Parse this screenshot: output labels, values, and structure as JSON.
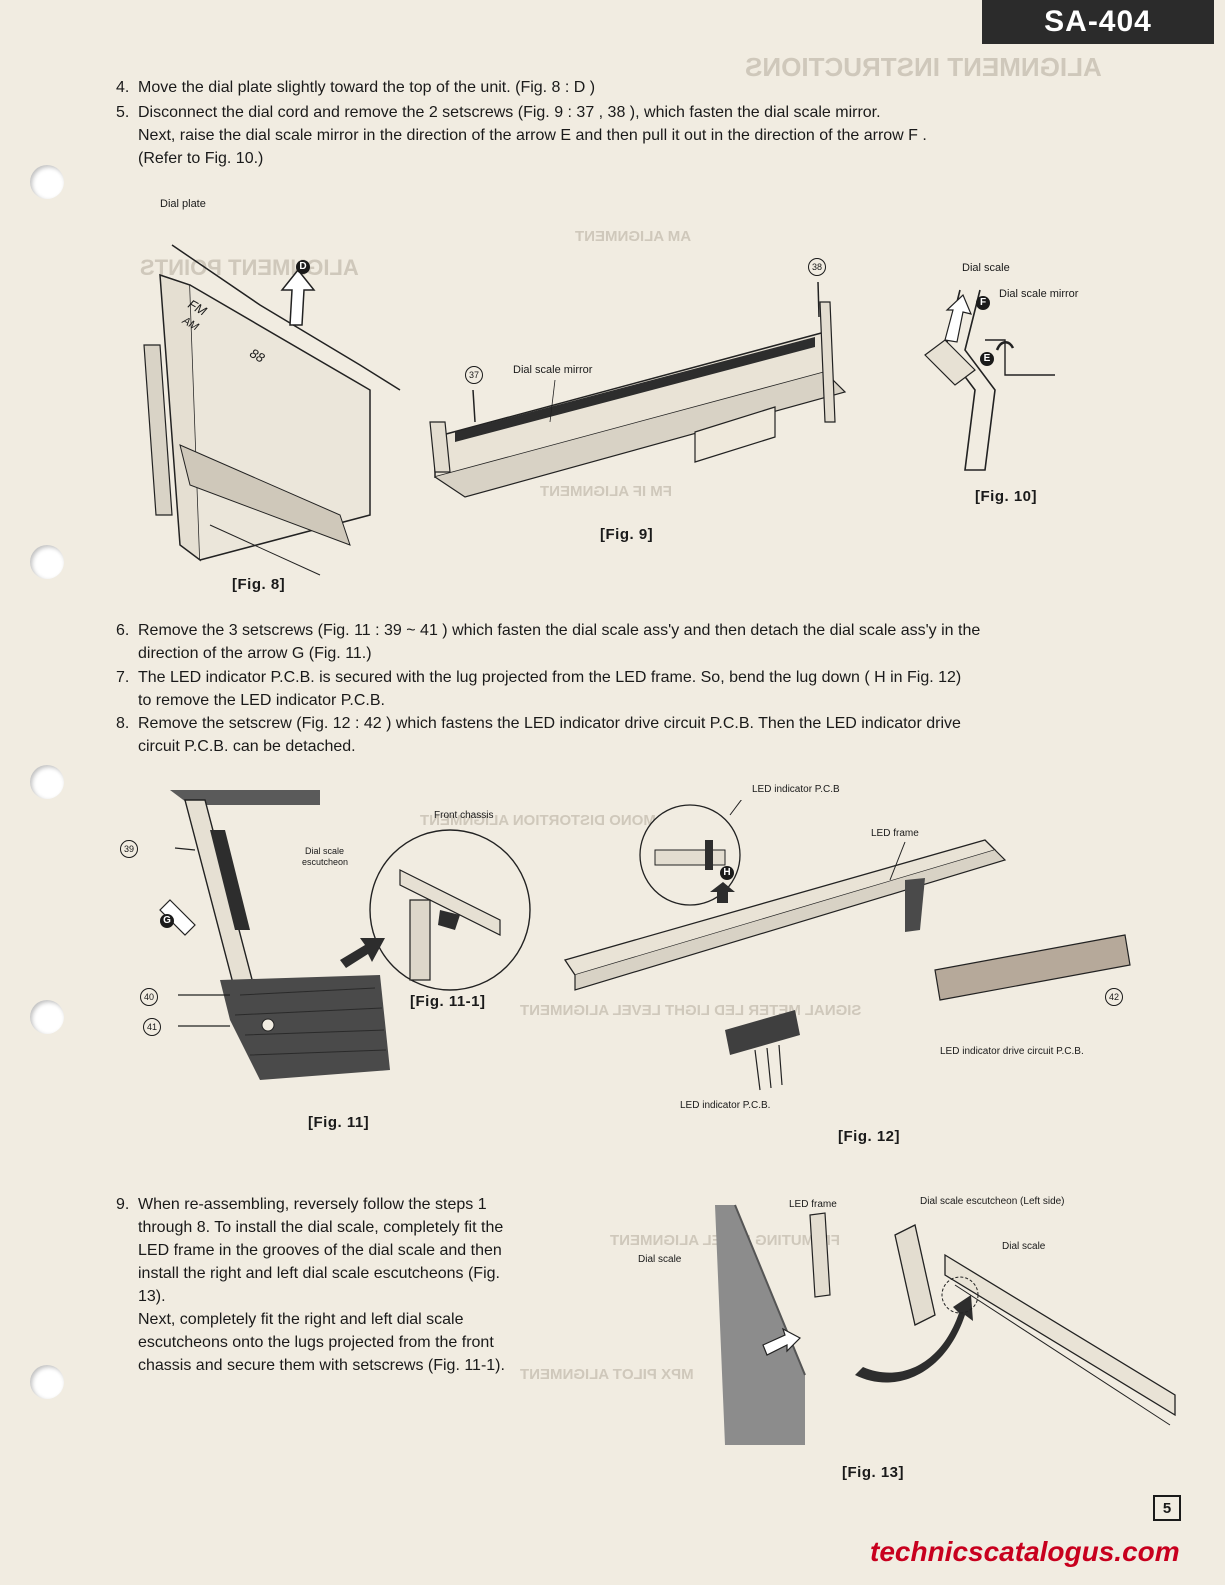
{
  "header": {
    "model": "SA-404",
    "page_number": "5"
  },
  "steps": [
    {
      "num": "4.",
      "lines": [
        "Move the dial plate slightly toward the top of the unit. (Fig. 8 : D )"
      ]
    },
    {
      "num": "5.",
      "lines": [
        "Disconnect the dial cord and remove the 2 setscrews (Fig. 9 : 37 , 38 ), which fasten the dial scale mirror.",
        "Next, raise the dial scale mirror in the direction of the arrow E and then pull it out in the direction of the arrow F .",
        "(Refer to Fig. 10.)"
      ]
    },
    {
      "num": "6.",
      "lines": [
        "Remove the 3 setscrews (Fig. 11 : 39 ~ 41 ) which fasten the dial scale ass'y and then detach the dial scale ass'y in the",
        "direction of the arrow G (Fig. 11.)"
      ]
    },
    {
      "num": "7.",
      "lines": [
        "The LED indicator P.C.B. is secured with the lug projected from the LED frame.  So, bend the lug down ( H in Fig. 12)",
        "to remove the LED indicator P.C.B."
      ]
    },
    {
      "num": "8.",
      "lines": [
        "Remove the setscrew (Fig. 12 : 42 ) which fastens the LED indicator drive circuit P.C.B.  Then the LED indicator drive",
        "circuit P.C.B. can be detached."
      ]
    },
    {
      "num": "9.",
      "lines": [
        "When re-assembling, reversely follow the steps 1",
        "through 8.  To install the dial scale, completely fit the",
        "LED frame in the grooves of the dial scale and then",
        "install the right and left dial scale escutcheons (Fig.",
        "13).",
        "Next, completely fit the right and left dial scale",
        "escutcheons onto the lugs projected from the front",
        "chassis and secure them with setscrews (Fig. 11-1)."
      ]
    }
  ],
  "figures": {
    "fig8": {
      "caption": "[Fig. 8]",
      "labels": {
        "dial_plate": "Dial plate",
        "marker": "D",
        "fm": "FM",
        "am": "AM",
        "num": "88"
      }
    },
    "fig9": {
      "caption": "[Fig. 9]",
      "labels": {
        "dial_scale_mirror": "Dial scale mirror",
        "screw_a": "37",
        "screw_b": "38"
      }
    },
    "fig10": {
      "caption": "[Fig. 10]",
      "labels": {
        "dial_scale": "Dial scale",
        "dial_scale_mirror": "Dial scale mirror",
        "marker_e": "E",
        "marker_f": "F"
      }
    },
    "fig11": {
      "caption": "[Fig. 11]",
      "labels": {
        "screw_39": "39",
        "screw_40": "40",
        "screw_41": "41",
        "marker_g": "G"
      }
    },
    "fig11_1": {
      "caption": "[Fig. 11-1]",
      "labels": {
        "front_chassis": "Front chassis",
        "dial_scale_escutcheon_1": "Dial scale",
        "dial_scale_escutcheon_2": "escutcheon"
      }
    },
    "fig12": {
      "caption": "[Fig. 12]",
      "labels": {
        "led_indicator_pcb_top": "LED indicator P.C.B",
        "led_frame": "LED frame",
        "marker_h": "H",
        "screw_42": "42",
        "led_indicator_drive": "LED indicator drive circuit P.C.B.",
        "led_indicator_pcb_bottom": "LED indicator P.C.B."
      }
    },
    "fig13": {
      "caption": "[Fig. 13]",
      "labels": {
        "led_frame": "LED frame",
        "dial_scale_escutcheon_left": "Dial scale escutcheon (Left side)",
        "dial_scale_left": "Dial scale",
        "dial_scale_right": "Dial scale"
      }
    }
  },
  "bleed_through": {
    "title": "ALIGNMENT INSTRUCTIONS",
    "sub1": "ALIGNMENT POINTS",
    "sub2": "AM ALIGNMENT",
    "sub3": "FM IF ALIGNMENT",
    "sub4": "FM MONO DISTORTION ALIGNMENT",
    "sub5": "SIGNAL METER LED LIGHT LEVEL ALIGNMENT",
    "sub6": "FM MUTING LEVEL ALIGNMENT",
    "sub7": "MPX PILOT ALIGNMENT"
  },
  "watermark": "technicscatalogus.com"
}
